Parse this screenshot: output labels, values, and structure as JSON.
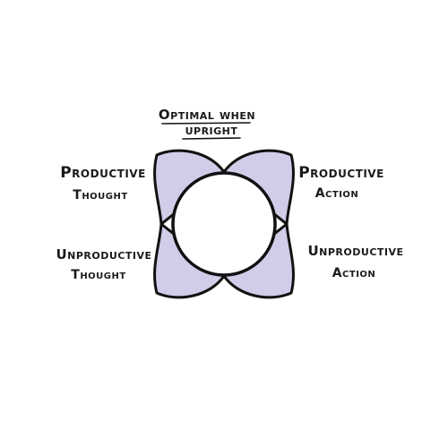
{
  "title": {
    "line1": "Optimal when",
    "line2": "upright"
  },
  "quadrants": {
    "top_left": {
      "line1": "Productive",
      "line2": "Thought"
    },
    "top_right": {
      "line1": "Productive",
      "line2": "Action"
    },
    "bottom_left": {
      "line1": "Unproductive",
      "line2": "Thought"
    },
    "bottom_right": {
      "line1": "Unproductive",
      "line2": "Action"
    }
  },
  "colors": {
    "petal_fill": "#cfcde8",
    "outline": "#111111",
    "center_fill": "#ffffff",
    "text": "#1a1a1a"
  }
}
